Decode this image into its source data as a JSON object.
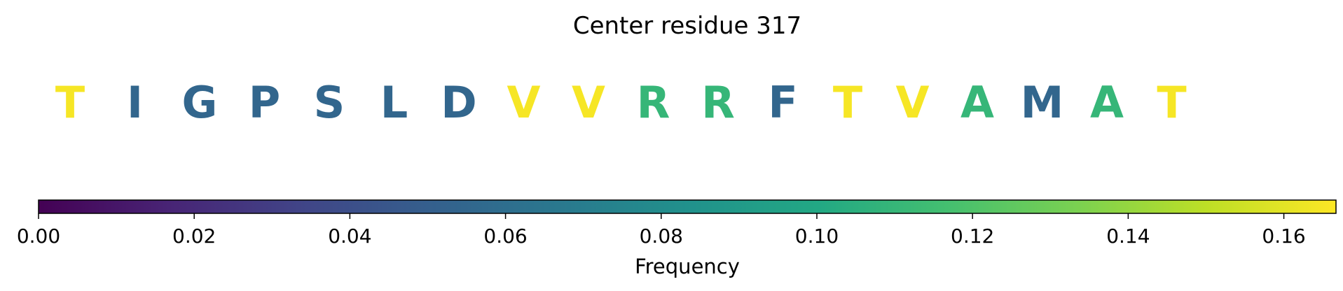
{
  "chart_data": {
    "type": "sequence-logo",
    "title": "Center residue 317",
    "residues": [
      {
        "letter": "T",
        "frequency": 0.165
      },
      {
        "letter": "I",
        "frequency": 0.055
      },
      {
        "letter": "G",
        "frequency": 0.055
      },
      {
        "letter": "P",
        "frequency": 0.055
      },
      {
        "letter": "S",
        "frequency": 0.055
      },
      {
        "letter": "L",
        "frequency": 0.055
      },
      {
        "letter": "D",
        "frequency": 0.055
      },
      {
        "letter": "V",
        "frequency": 0.165
      },
      {
        "letter": "V",
        "frequency": 0.165
      },
      {
        "letter": "R",
        "frequency": 0.11
      },
      {
        "letter": "R",
        "frequency": 0.11
      },
      {
        "letter": "F",
        "frequency": 0.055
      },
      {
        "letter": "T",
        "frequency": 0.165
      },
      {
        "letter": "V",
        "frequency": 0.165
      },
      {
        "letter": "A",
        "frequency": 0.11
      },
      {
        "letter": "M",
        "frequency": 0.055
      },
      {
        "letter": "A",
        "frequency": 0.11
      },
      {
        "letter": "T",
        "frequency": 0.165
      }
    ],
    "colorbar": {
      "label": "Frequency",
      "range": [
        0,
        0.1667
      ],
      "colormap": "viridis",
      "ticks": [
        0.0,
        0.02,
        0.04,
        0.06,
        0.08,
        0.1,
        0.12,
        0.14,
        0.16
      ],
      "tick_labels": [
        "0.00",
        "0.02",
        "0.04",
        "0.06",
        "0.08",
        "0.10",
        "0.12",
        "0.14",
        "0.16"
      ]
    }
  }
}
